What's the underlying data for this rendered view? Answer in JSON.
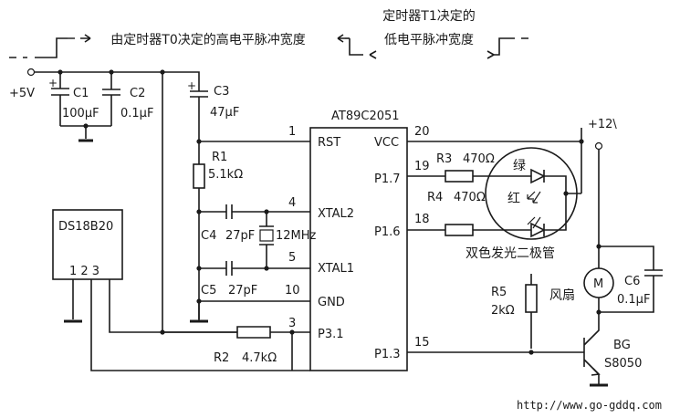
{
  "timing": {
    "high_pulse_label": "由定时器T0决定的高电平脉冲宽度",
    "low_pulse_label_line1": "定时器T1决定的",
    "low_pulse_label_line2": "低电平脉冲宽度"
  },
  "power": {
    "v5": "+5V",
    "v12": "+12\\"
  },
  "components": {
    "c1_name": "C1",
    "c1_value": "100μF",
    "c2_name": "C2",
    "c2_value": "0.1μF",
    "c3_name": "C3",
    "c3_value": "47μF",
    "r1_name": "R1",
    "r1_value": "5.1kΩ",
    "c4_name": "C4",
    "c4_value": "27pF",
    "crystal_value": "12MHz",
    "c5_name": "C5",
    "c5_value": "27pF",
    "r2_name": "R2",
    "r2_value": "4.7kΩ",
    "r3_name": "R3",
    "r3_value": "470Ω",
    "r4_name": "R4",
    "r4_value": "470Ω",
    "r5_name": "R5",
    "r5_value": "2kΩ",
    "c6_name": "C6",
    "c6_value": "0.1μF",
    "led_green": "绿",
    "led_red": "红",
    "led_caption": "双色发光二极管",
    "fan_caption": "风扇",
    "motor_symbol": "M",
    "transistor_name": "BG",
    "transistor_type": "S8050"
  },
  "sensor": {
    "name": "DS18B20",
    "pins": "1 2 3"
  },
  "mcu": {
    "name": "AT89C2051",
    "left_pins": [
      {
        "num": "1",
        "name": "RST"
      },
      {
        "num": "4",
        "name": "XTAL2"
      },
      {
        "num": "5",
        "name": "XTAL1"
      },
      {
        "num": "10",
        "name": "GND"
      },
      {
        "num": "3",
        "name": "P3.1"
      }
    ],
    "right_pins": [
      {
        "num": "20",
        "name": "VCC"
      },
      {
        "num": "19",
        "name": "P1.7"
      },
      {
        "num": "18",
        "name": "P1.6"
      },
      {
        "num": "15",
        "name": "P1.3"
      }
    ]
  },
  "footer": {
    "url": "http://www.go-gddq.com"
  }
}
